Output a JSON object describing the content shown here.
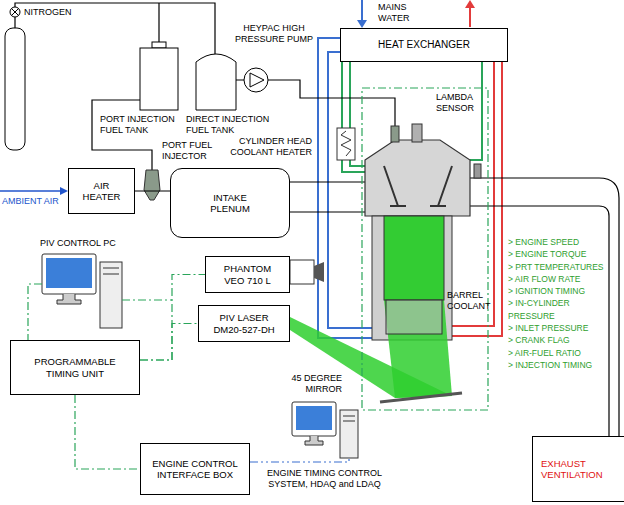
{
  "diagram": {
    "nodes": [
      {
        "text": [
          "HEAT EXCHANGER"
        ]
      },
      {
        "text": [
          "AIR HEATER"
        ]
      },
      {
        "text": [
          "INTAKE PLENUM"
        ]
      },
      {
        "text": [
          "PHANTOM VEO 710 L"
        ]
      },
      {
        "text": [
          "PIV LASER DM20-527-DH"
        ]
      },
      {
        "text": [
          "PROGRAMMABLE TIMING UNIT"
        ]
      },
      {
        "text": [
          "ENGINE CONTROL INTERFACE BOX"
        ]
      },
      {
        "text": [
          "EXHAUST VENTILATION"
        ]
      }
    ],
    "edges": [
      {
        "from": 1,
        "to": 2,
        "arrow": "none"
      },
      {
        "from": 5,
        "to": 3,
        "arrow": "none"
      },
      {
        "from": 5,
        "to": 4,
        "arrow": "none"
      },
      {
        "from": 5,
        "to": 6,
        "arrow": "none"
      }
    ],
    "labels": [
      "NITROGEN",
      "HEYPAC HIGH PRESSURE PUMP",
      "MAINS WATER",
      "CYLINDER HEAD COOLANT HEATER",
      "PORT INJECTION FUEL TANK",
      "DIRECT INJECTION FUEL TANK",
      "LAMBDA SENSOR",
      "PORT FUEL INJECTOR",
      "AMBIENT AIR",
      "PIV CONTROL PC",
      "BARREL COOLANT",
      "45 DEGREE MIRROR",
      "> ENGINE SPEED",
      "> ENGINE TORQUE",
      "> PRT TEMPERATURES",
      "> AIR FLOW RATE",
      "> IGNITION TIMING",
      "> IN-CYLINDER PRESSURE",
      "> INLET PRESSURE",
      "> CRANK FLAG",
      "> AIR-FUEL RATIO",
      "> INJECTION TIMING",
      "ENGINE TIMING CONTROL SYSTEM, HDAQ and LDAQ"
    ]
  }
}
